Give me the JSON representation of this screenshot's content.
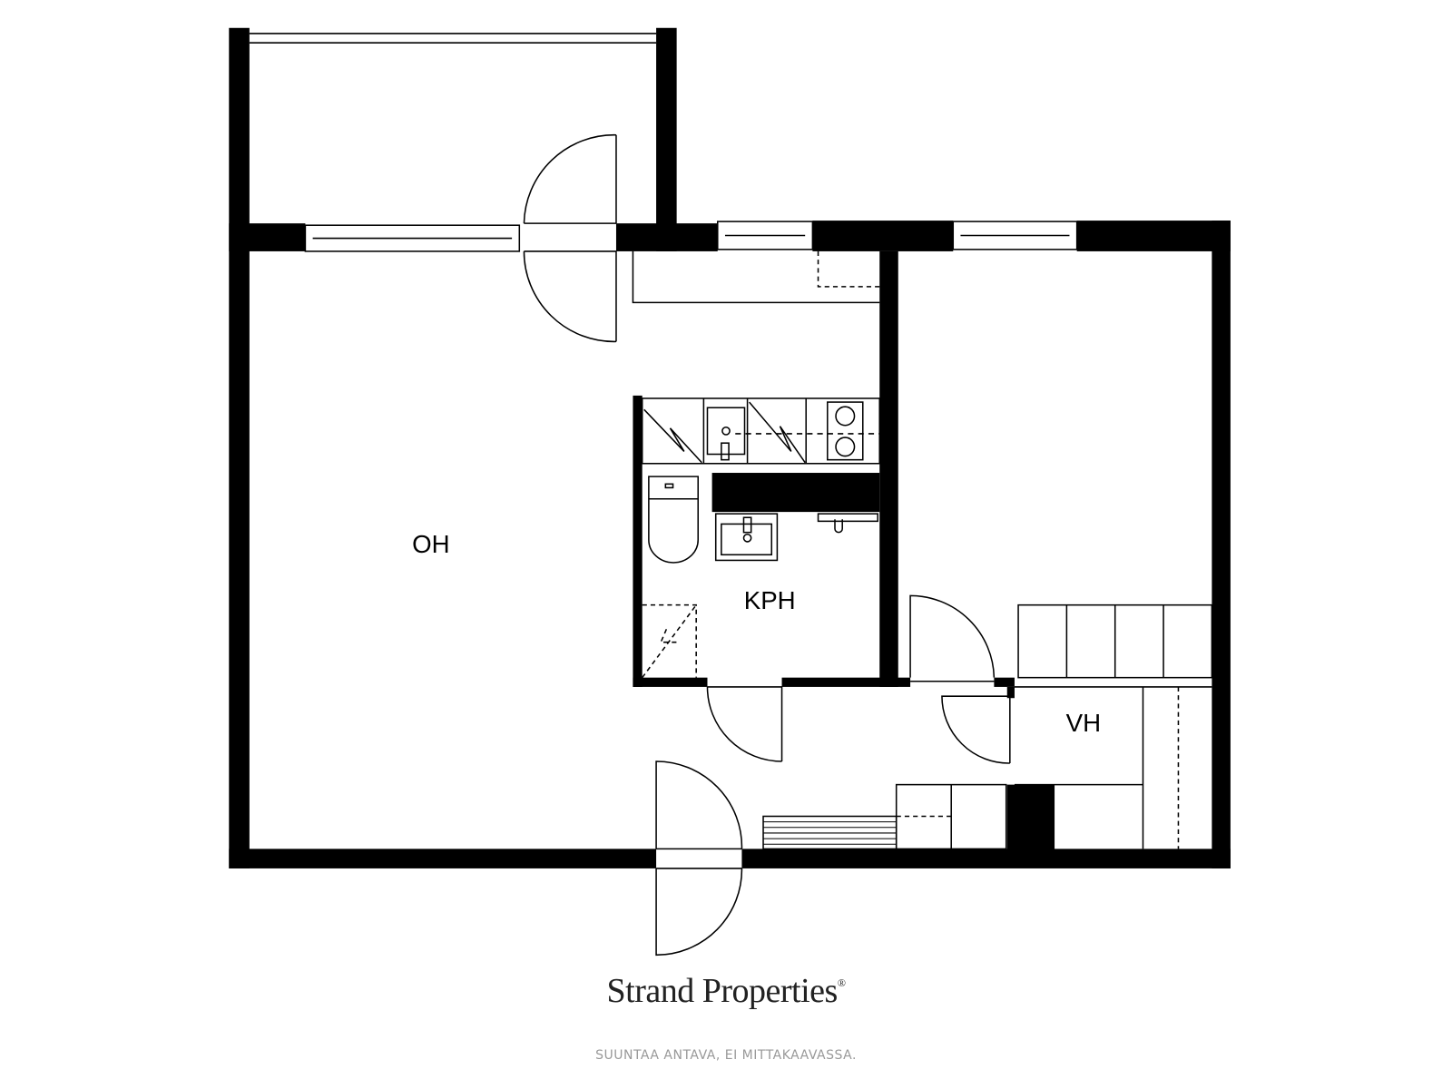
{
  "rooms": {
    "living": "OH",
    "bathroom": "KPH",
    "wardrobe": "VH"
  },
  "brand": {
    "name": "Strand Properties",
    "mark": "®"
  },
  "disclaimer": "SUUNTAA ANTAVA, EI MITTAKAAVASSA."
}
